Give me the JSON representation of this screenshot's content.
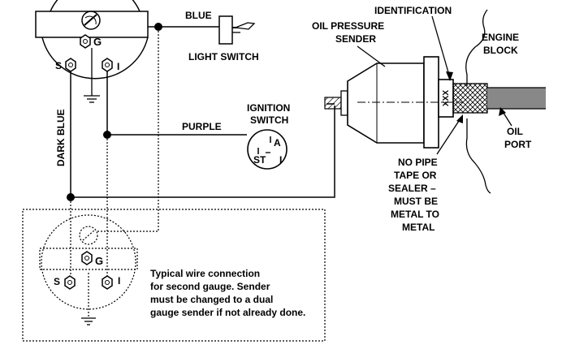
{
  "labels": {
    "blue": "BLUE",
    "light_switch": "LIGHT SWITCH",
    "dark_blue": "DARK BLUE",
    "purple": "PURPLE",
    "ignition_switch": [
      "IGNITION",
      "SWITCH"
    ],
    "oil_pressure_sender": [
      "OIL PRESSURE",
      "SENDER"
    ],
    "identification": "IDENTIFICATION",
    "engine_block": [
      "ENGINE",
      "BLOCK"
    ],
    "oil_port": [
      "OIL",
      "PORT"
    ],
    "no_pipe_tape": [
      "NO PIPE",
      "TAPE OR",
      "SEALER –",
      "MUST BE",
      "METAL TO",
      "METAL"
    ],
    "id_code": "XXX"
  },
  "gauge": {
    "terminal_g": "G",
    "terminal_s": "S",
    "terminal_i": "I"
  },
  "ignition": {
    "terminal_a": "A",
    "terminal_st": "ST",
    "terminal_i": "I"
  },
  "second_gauge": {
    "terminal_g": "G",
    "terminal_s": "S",
    "terminal_i": "I"
  },
  "note": [
    "Typical wire connection",
    "for second gauge. Sender",
    "must be changed to a dual",
    "gauge sender if not already done."
  ]
}
